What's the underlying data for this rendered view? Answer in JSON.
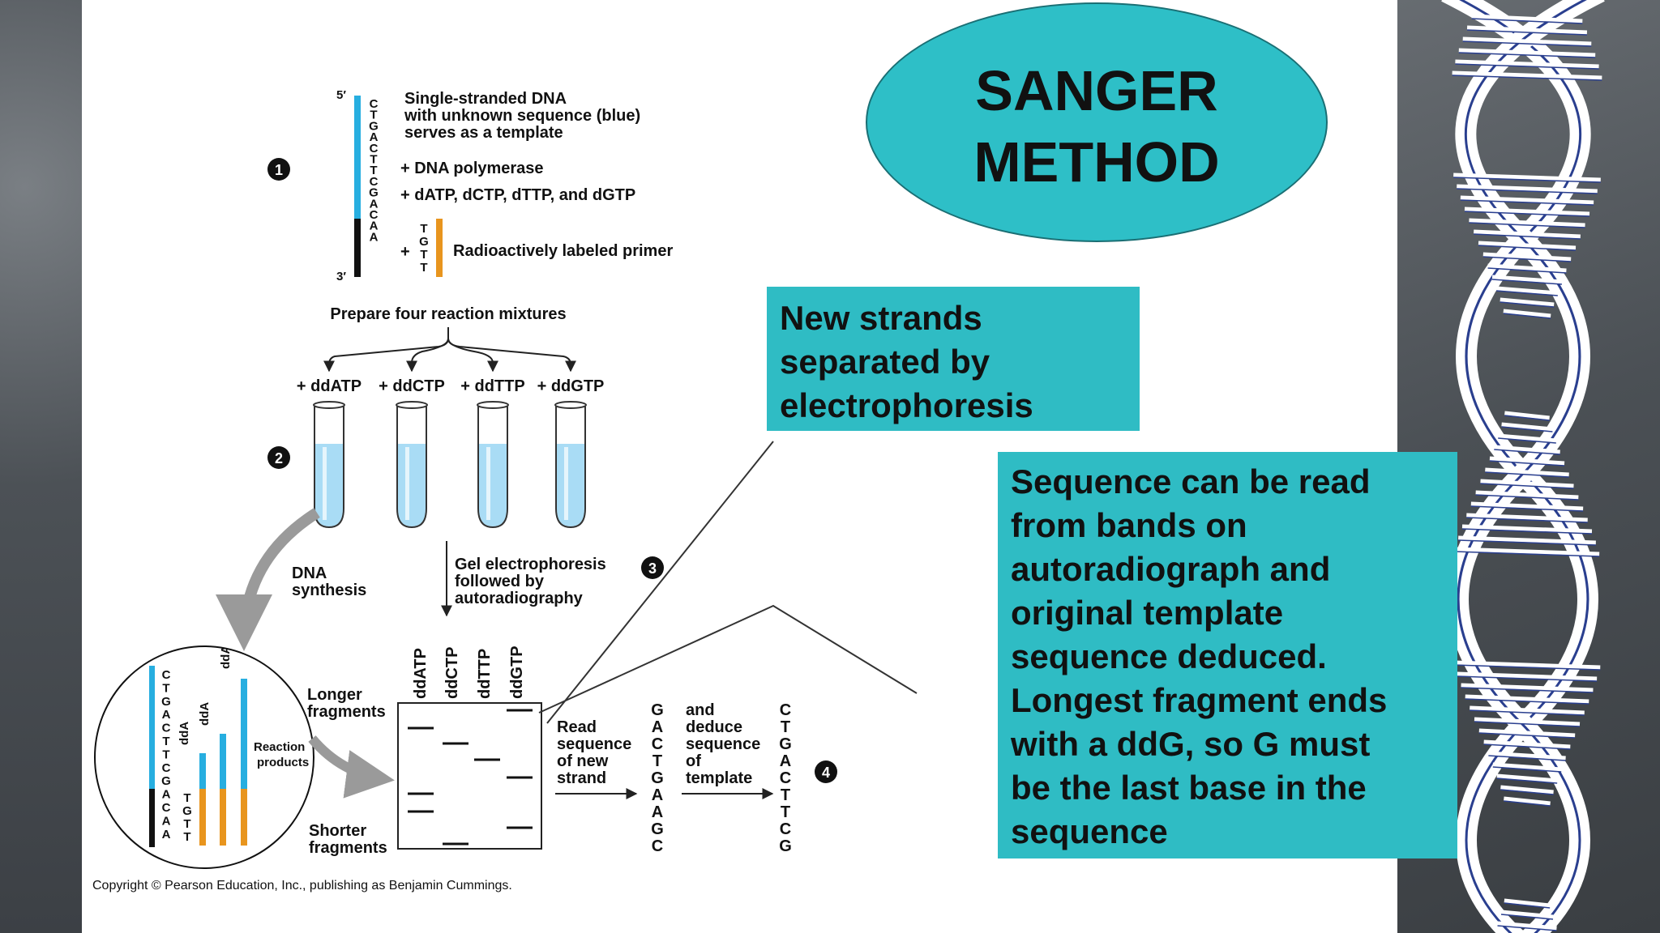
{
  "title": {
    "line1": "SANGER",
    "line2": "METHOD"
  },
  "callouts": {
    "electrophoresis": [
      "New strands",
      "separated by",
      "electrophoresis"
    ],
    "sequence": [
      "Sequence can be read",
      "from bands on",
      "autoradiograph and",
      "original template",
      "sequence deduced.",
      "Longest fragment ends",
      "with a ddG, so G must",
      "be the last base in the",
      "sequence"
    ]
  },
  "step1": {
    "number": "1",
    "template_prime_5": "5′",
    "template_prime_3": "3′",
    "template_bases": [
      "C",
      "T",
      "G",
      "A",
      "C",
      "T",
      "T",
      "C",
      "G",
      "A",
      "C",
      "A",
      "A"
    ],
    "primer_bases": [
      "T",
      "G",
      "T",
      "T"
    ],
    "template_desc": [
      "Single-stranded DNA",
      "with unknown sequence (blue)",
      "serves as a template"
    ],
    "polymerase": "+ DNA polymerase",
    "dntps": "+ dATP, dCTP, dTTP, and dGTP",
    "plus": "+",
    "primer_label": "Radioactively labeled primer"
  },
  "step2": {
    "number": "2",
    "prepare": "Prepare four reaction mixtures",
    "tubes": [
      "+ ddATP",
      "+ ddCTP",
      "+ ddTTP",
      "+ ddGTP"
    ],
    "synthesis": [
      "DNA",
      "synthesis"
    ]
  },
  "circle": {
    "template_bases": [
      "C",
      "T",
      "G",
      "A",
      "C",
      "T",
      "T",
      "C",
      "G",
      "A",
      "C",
      "A",
      "A"
    ],
    "primer_bases": [
      "T",
      "G",
      "T",
      "T"
    ],
    "dd_labels": [
      "ddA",
      "ddA",
      "ddA"
    ],
    "reaction_products": [
      "Reaction",
      "products"
    ]
  },
  "step3": {
    "number": "3",
    "gel_desc": [
      "Gel electrophoresis",
      "followed by",
      "autoradiography"
    ],
    "lanes": [
      "ddATP",
      "ddCTP",
      "ddTTP",
      "ddGTP"
    ],
    "longer": [
      "Longer",
      "fragments"
    ],
    "shorter": [
      "Shorter",
      "fragments"
    ]
  },
  "step4": {
    "number": "4",
    "read_label": [
      "Read",
      "sequence",
      "of new",
      "strand"
    ],
    "new_strand": [
      "G",
      "A",
      "C",
      "T",
      "G",
      "A",
      "A",
      "G",
      "C"
    ],
    "deduce_label": [
      "and",
      "deduce",
      "sequence",
      "of",
      "template"
    ],
    "template_seq": [
      "C",
      "T",
      "G",
      "A",
      "C",
      "T",
      "T",
      "C",
      "G"
    ]
  },
  "copyright": "Copyright © Pearson Education, Inc., publishing as Benjamin Cummings.",
  "colors": {
    "teal": "#2fbcc4",
    "template_blue": "#27aee0",
    "primer_orange": "#e8951e",
    "tube_liquid": "#a9dcf5"
  }
}
